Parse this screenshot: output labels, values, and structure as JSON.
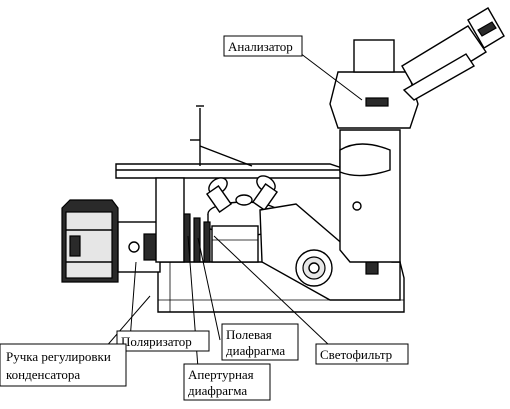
{
  "labels": {
    "analyzer": "Анализатор",
    "polarizer": "Поляризатор",
    "condenser_knob_line1": "Ручка регулировки",
    "condenser_knob_line2": "конденсатора",
    "field_diaphragm_line1": "Полевая",
    "field_diaphragm_line2": "диафрагма",
    "aperture_diaphragm_line1": "Апертурная",
    "aperture_diaphragm_line2": "диафрагма",
    "light_filter": "Светофильтр"
  }
}
